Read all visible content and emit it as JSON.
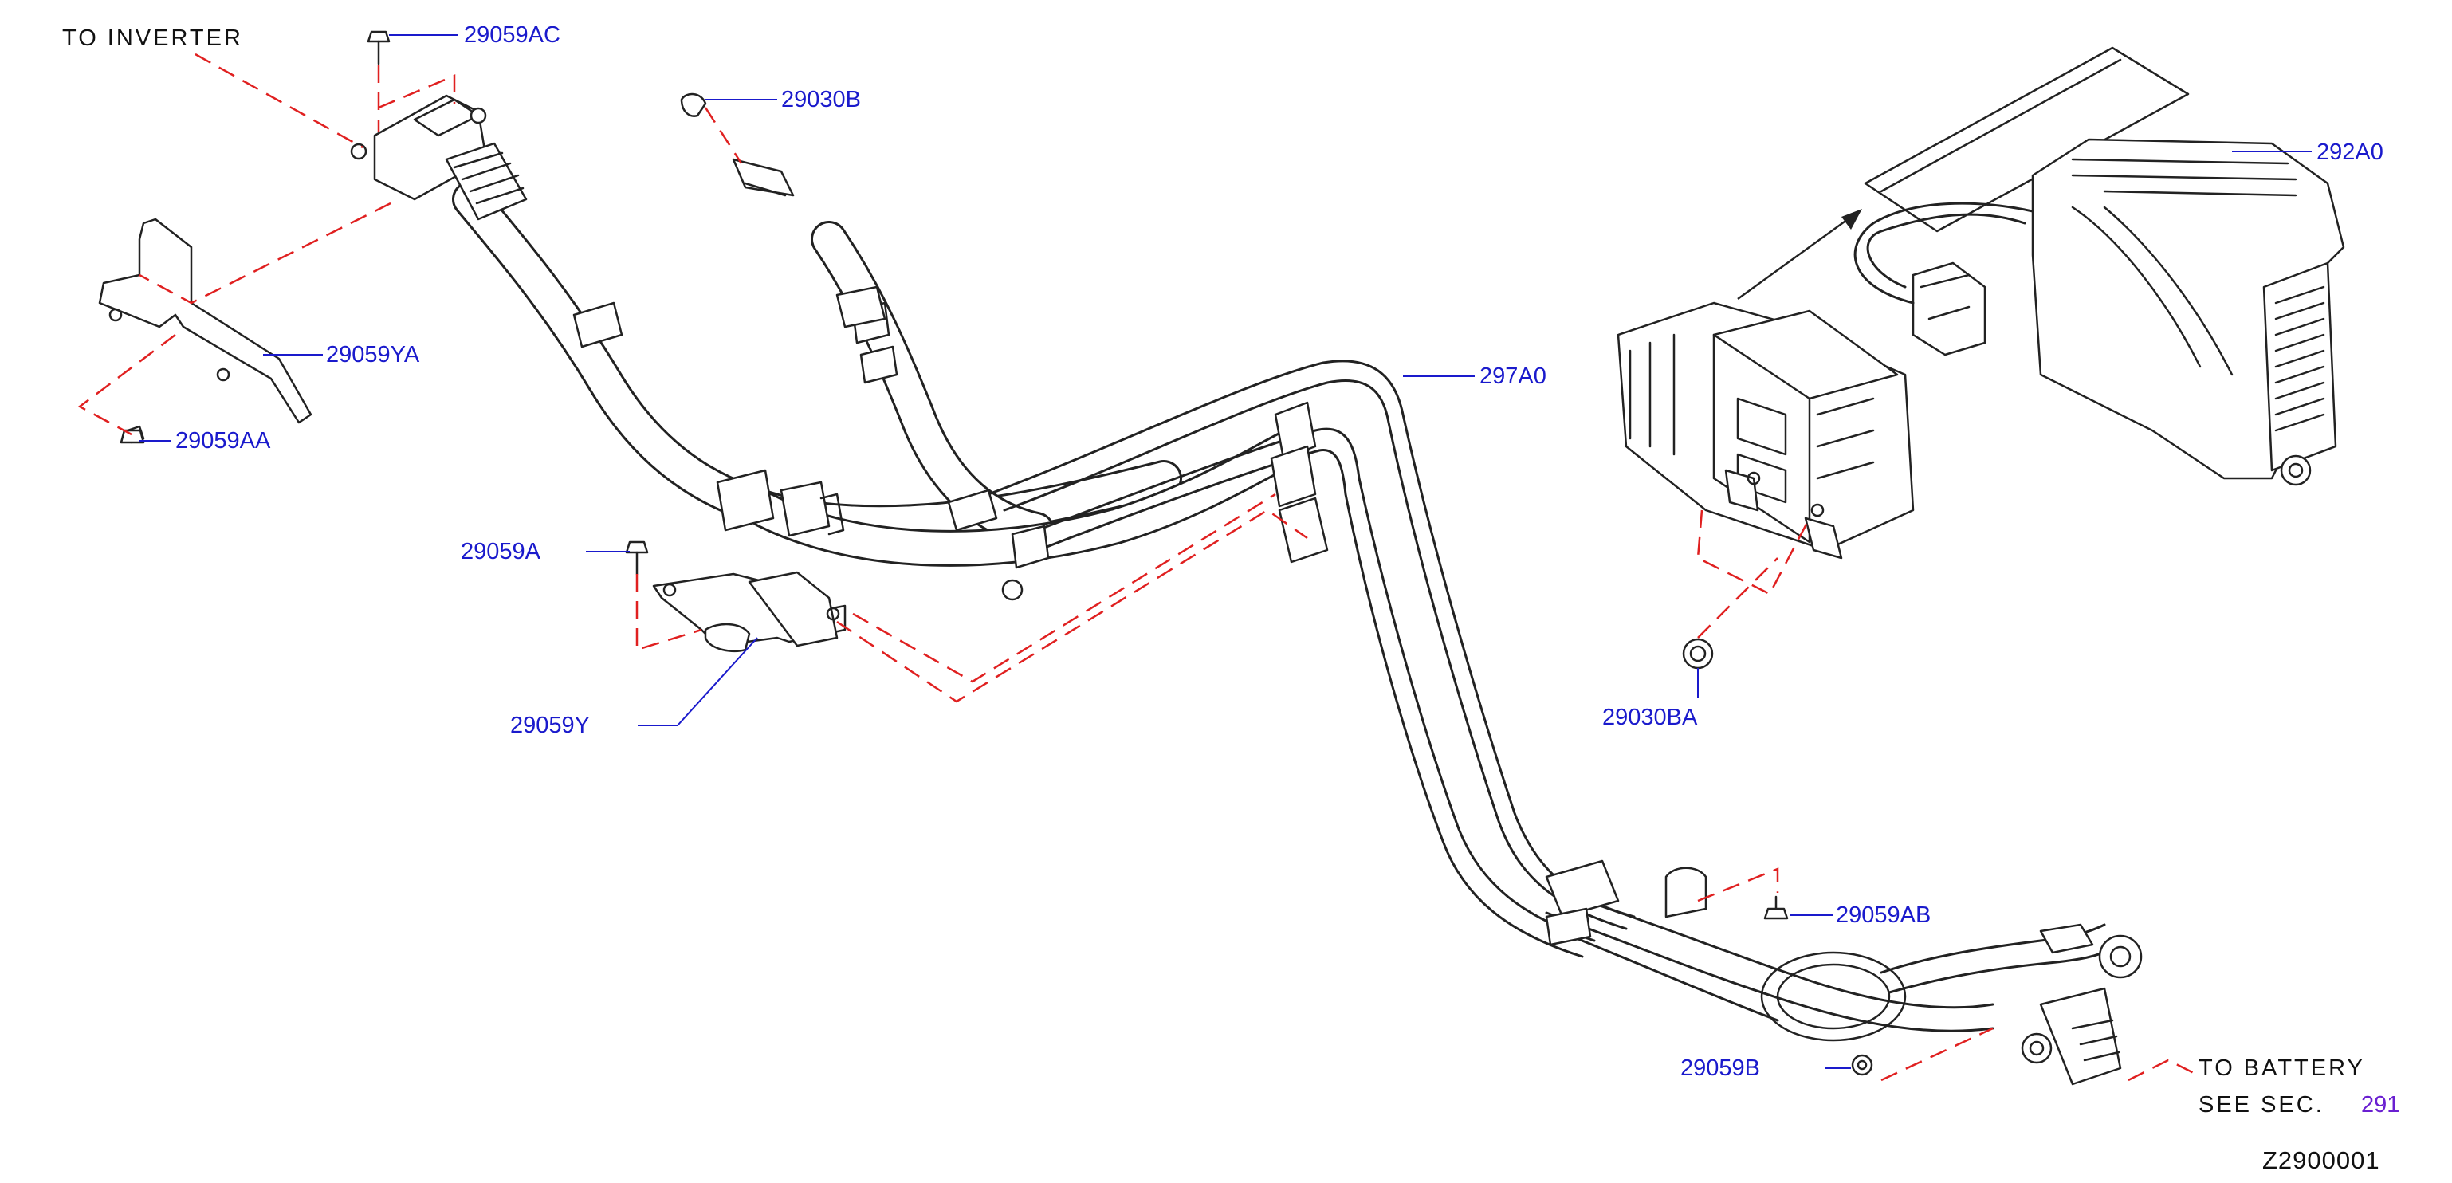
{
  "labels": {
    "to_inverter": "TO INVERTER",
    "to_battery": "TO BATTERY",
    "see_sec": "SEE SEC.",
    "sec_ref": "291",
    "drawing_id": "Z2900001"
  },
  "parts": {
    "p29059AC": "29059AC",
    "p29030B": "29030B",
    "p292A0": "292A0",
    "p29059YA": "29059YA",
    "p29059AA": "29059AA",
    "p297A0": "297A0",
    "p29059A": "29059A",
    "p29059Y": "29059Y",
    "p29030BA": "29030BA",
    "p29059AB": "29059AB",
    "p29059B": "29059B"
  },
  "colors": {
    "part_number": "#1a1acc",
    "leader_dash": "#e02020",
    "cross_reference": "#6a1fd1",
    "line_art": "#222222"
  }
}
